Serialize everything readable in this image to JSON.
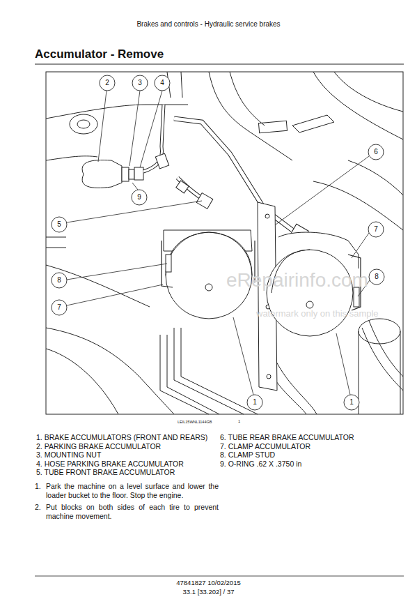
{
  "diagram": {
    "title": "Accumulator - Remove",
    "labels": [
      "Brakes and controls - Hydraulic service brakes",
      "2",
      "3",
      "4",
      "6",
      "9",
      "5",
      "7",
      "8",
      "8",
      "7",
      "1",
      "1",
      "LEIL15WNL1144GB",
      "1",
      "1. BRAKE ACCUMULATORS (FRONT AND REARS)",
      "2. PARKING BRAKE ACCUMULATOR",
      "3. MOUNTING NUT",
      "4. HOSE PARKING BRAKE ACCUMULATOR",
      "5. TUBE FRONT BRAKE ACCUMULATOR",
      "6. TUBE REAR BRAKE ACCUMULATOR",
      "7. CLAMP ACCUMULATOR",
      "8. CLAMP STUD",
      "9. O-RING .62 X .3750 in",
      "1.",
      "Park the machine on a level surface and lower the loader bucket to the floor. Stop the engine.",
      "2.",
      "Put blocks on both sides of each tire to prevent machine movement.",
      "47841827 10/02/2015",
      "33.1 [33.202] / 37",
      "eRepairinfo.com",
      "watermark only on this sample"
    ]
  }
}
